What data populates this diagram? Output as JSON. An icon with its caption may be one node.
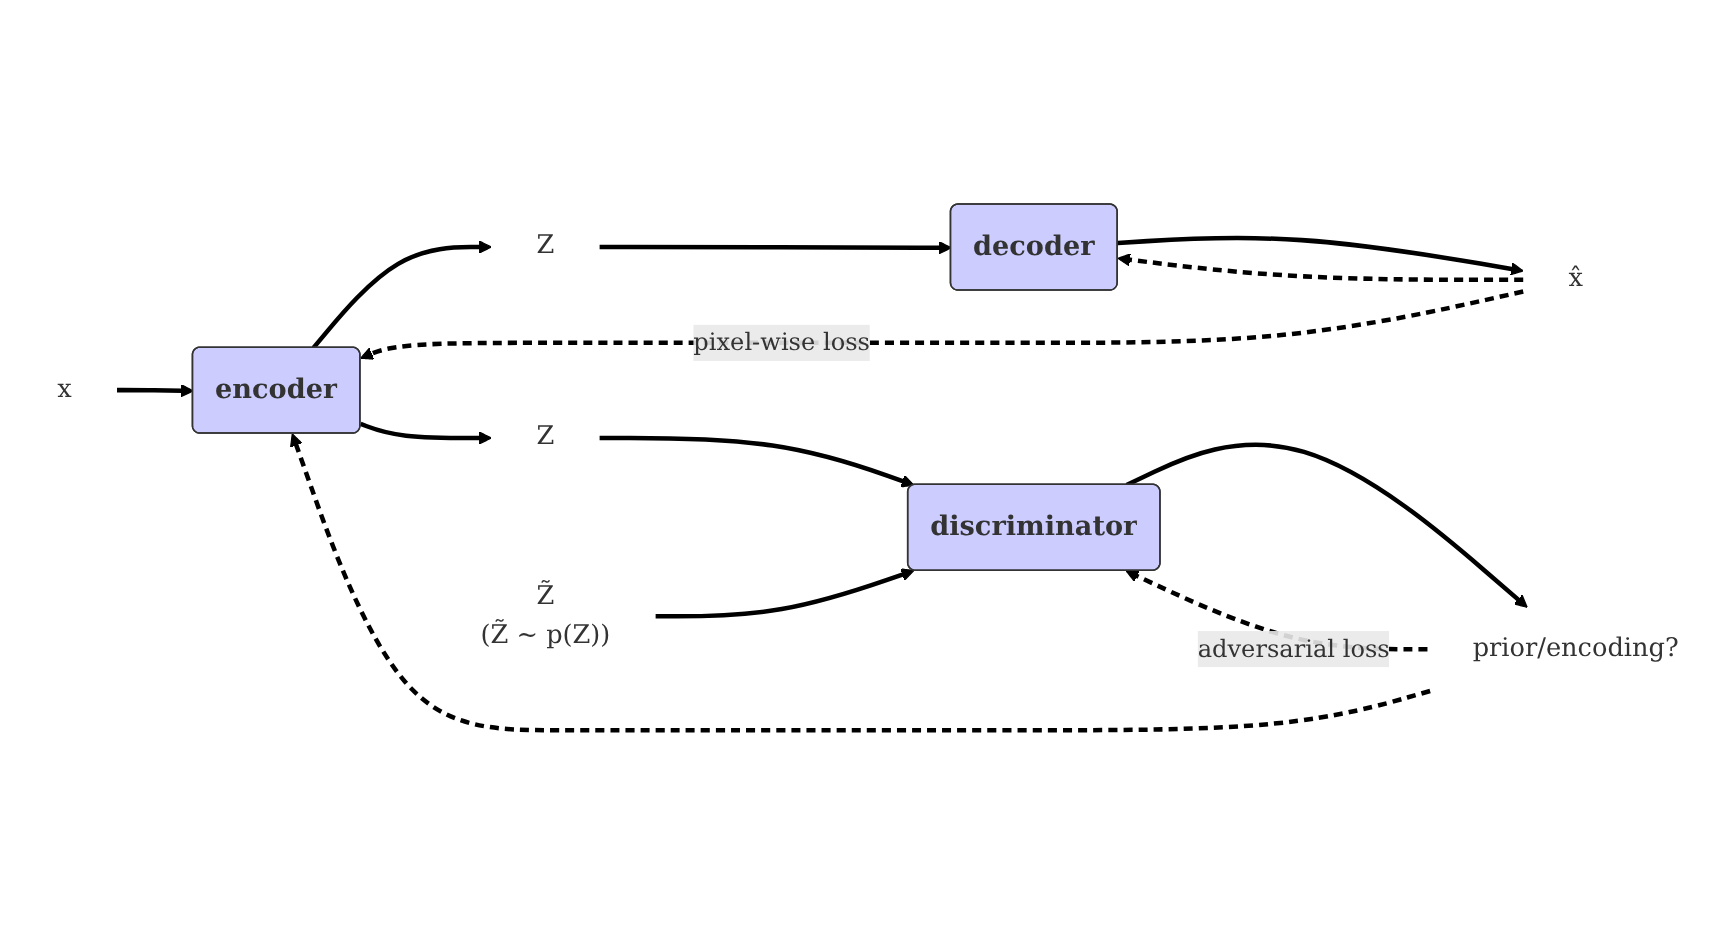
{
  "diagram": {
    "nodes": [
      {
        "text": [
          "x"
        ]
      },
      {
        "text": [
          "encoder"
        ]
      },
      {
        "text": [
          "Z"
        ]
      },
      {
        "text": [
          "decoder"
        ]
      },
      {
        "text": [
          "x̂"
        ]
      },
      {
        "text": [
          "Z"
        ]
      },
      {
        "text": [
          "discriminator"
        ]
      },
      {
        "text": [
          "Z̃",
          "(Z̃ ∼ p(Z))"
        ]
      },
      {
        "text": [
          "prior/encoding?"
        ]
      }
    ],
    "edges": [
      {
        "from": 0,
        "to": 1,
        "arrow": "to"
      },
      {
        "from": 1,
        "to": 2,
        "arrow": "to"
      },
      {
        "from": 2,
        "to": 3,
        "arrow": "to"
      },
      {
        "from": 3,
        "to": 4,
        "arrow": "to"
      },
      {
        "from": 1,
        "to": 5,
        "arrow": "to"
      },
      {
        "from": 5,
        "to": 6,
        "arrow": "to"
      },
      {
        "from": 7,
        "to": 6,
        "arrow": "to"
      },
      {
        "from": 6,
        "to": 8,
        "arrow": "to"
      },
      {
        "from": 4,
        "to": 3,
        "arrow": "to",
        "style": "dashed"
      },
      {
        "from": 4,
        "to": 1,
        "arrow": "to",
        "style": "dashed",
        "label": "pixel-wise loss"
      },
      {
        "from": 8,
        "to": 6,
        "arrow": "to",
        "style": "dashed",
        "label": "adversarial loss"
      },
      {
        "from": 8,
        "to": 1,
        "arrow": "to",
        "style": "dashed"
      }
    ]
  }
}
